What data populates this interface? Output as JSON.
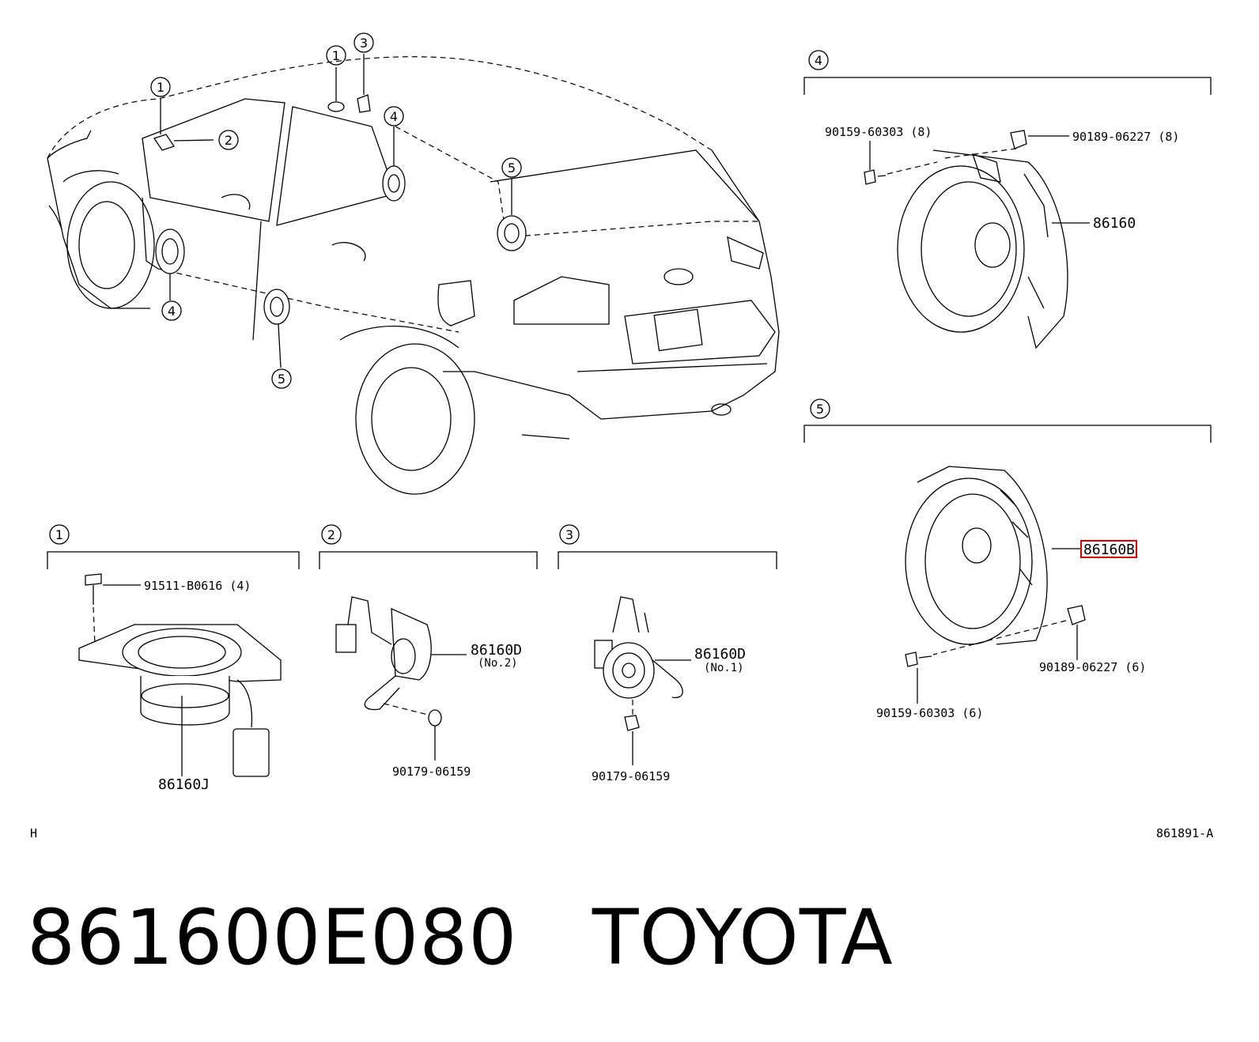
{
  "callouts": {
    "c1": "1",
    "c2": "2",
    "c3": "3",
    "c4": "4",
    "c5": "5"
  },
  "parts": {
    "p_86160": "86160",
    "p_86160b": "86160B",
    "p_86160j": "86160J",
    "p_86160d": "86160D",
    "no2": "(No.2)",
    "no1": "(No.1)",
    "screw_60303_8": "90159-60303 (8)",
    "nut_06227_8": "90189-06227 (8)",
    "nut_06227_6": "90189-06227 (6)",
    "screw_60303_6": "90159-60303 (6)",
    "bolt_b0616": "91511-B0616 (4)",
    "nut_06159": "90179-06159"
  },
  "footer": {
    "left_mark": "H",
    "figure_id": "861891-A"
  },
  "caption": {
    "part_number": "861600E080",
    "brand": "TOYOTA"
  },
  "colors": {
    "highlight": "#d40000",
    "line": "#000000"
  }
}
